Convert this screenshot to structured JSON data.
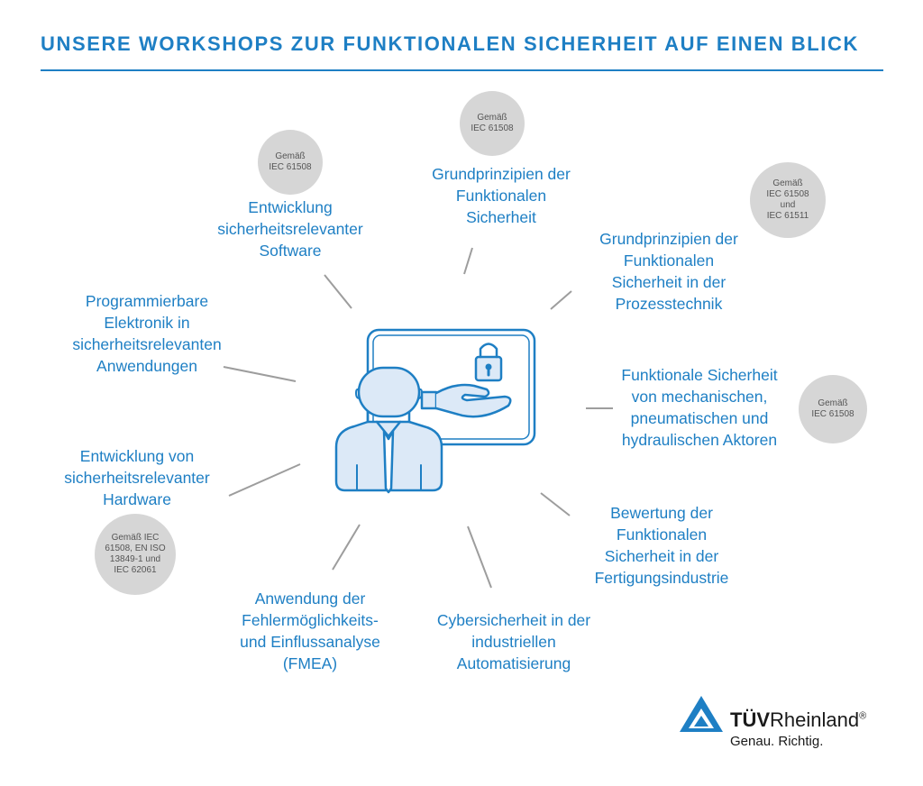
{
  "title": "UNSERE WORKSHOPS ZUR FUNKTIONALEN SICHERHEIT AUF EINEN BLICK",
  "colors": {
    "accent": "#1e7fc4",
    "badge": "#d6d6d6",
    "connector": "#9d9d9d",
    "icon_fill": "#dce9f7"
  },
  "center_icon": "presenter-with-lock-icon",
  "workshops": [
    {
      "label": "Entwicklung\nsicherheitsrelevanter\nSoftware",
      "badge": "Gemäß\nIEC 61508"
    },
    {
      "label": "Grundprinzipien der\nFunktionalen\nSicherheit",
      "badge": "Gemäß\nIEC 61508"
    },
    {
      "label": "Grundprinzipien der\nFunktionalen\nSicherheit in der\nProzesstechnik",
      "badge": "Gemäß\nIEC 61508\nund\nIEC 61511"
    },
    {
      "label": "Programmierbare\nElektronik in\nsicherheitsrelevanten\nAnwendungen"
    },
    {
      "label": "Funktionale Sicherheit\nvon mechanischen,\npneumatischen und\nhydraulischen Aktoren",
      "badge": "Gemäß\nIEC 61508"
    },
    {
      "label": "Entwicklung von\nsicherheitsrelevanter\nHardware",
      "badge": "Gemäß IEC\n61508, EN ISO\n13849-1 und\nIEC 62061"
    },
    {
      "label": "Bewertung der\nFunktionalen\nSicherheit in der\nFertigungsindustrie"
    },
    {
      "label": "Anwendung der\nFehlermöglichkeits-\nund Einflussanalyse\n(FMEA)"
    },
    {
      "label": "Cybersicherheit in der\nindustriellen\nAutomatisierung"
    }
  ],
  "logo": {
    "brand_bold": "TÜV",
    "brand_rest": "Rheinland",
    "registered": "®",
    "tagline": "Genau. Richtig."
  }
}
